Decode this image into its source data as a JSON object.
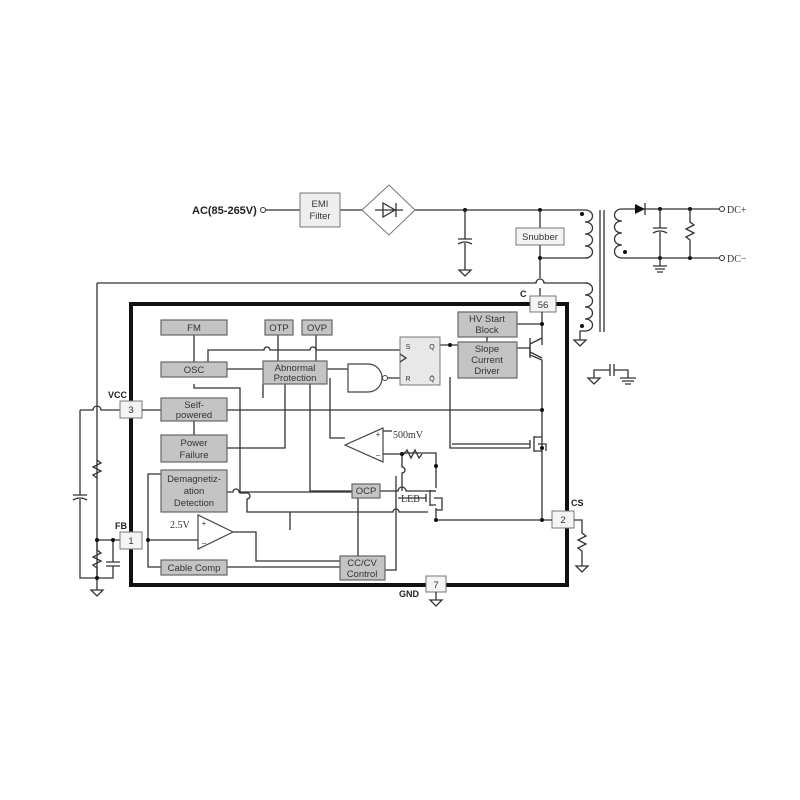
{
  "input": {
    "label": "AC(85-265V)"
  },
  "emi": {
    "line1": "EMI",
    "line2": "Filter"
  },
  "snubber": "Snubber",
  "outputs": {
    "pos": "DC+",
    "neg": "DC−"
  },
  "pins": {
    "c": {
      "label": "C",
      "number": "56"
    },
    "vcc": {
      "label": "VCC",
      "number": "3"
    },
    "fb": {
      "label": "FB",
      "number": "1"
    },
    "cs": {
      "label": "CS",
      "number": "2"
    },
    "gnd": {
      "label": "GND",
      "number": "7"
    }
  },
  "blocks": {
    "fm": "FM",
    "otp": "OTP",
    "ovp": "OVP",
    "osc": "OSC",
    "abnormal": {
      "line1": "Abnormal",
      "line2": "Protection"
    },
    "hv": {
      "line1": "HV Start",
      "line2": "Block"
    },
    "slope": {
      "line1": "Slope",
      "line2": "Current",
      "line3": "Driver"
    },
    "self": {
      "line1": "Self-",
      "line2": "powered"
    },
    "power": {
      "line1": "Power",
      "line2": "Failure"
    },
    "demag": {
      "line1": "Demagnetiz-",
      "line2": "ation",
      "line3": "Detection"
    },
    "cable": "Cable Comp",
    "cccv": {
      "line1": "CC/CV",
      "line2": "Control"
    },
    "ocp": "OCP"
  },
  "latch": {
    "s": "S",
    "r": "R",
    "q": "Q",
    "qbar": "Q̄"
  },
  "refs": {
    "v500": "500mV",
    "v25": "2.5V",
    "leb": "LEB",
    "plus": "+",
    "minus": "−"
  },
  "colors": {
    "block_fill": "#c4c4c4",
    "ic_border": "#111111"
  }
}
